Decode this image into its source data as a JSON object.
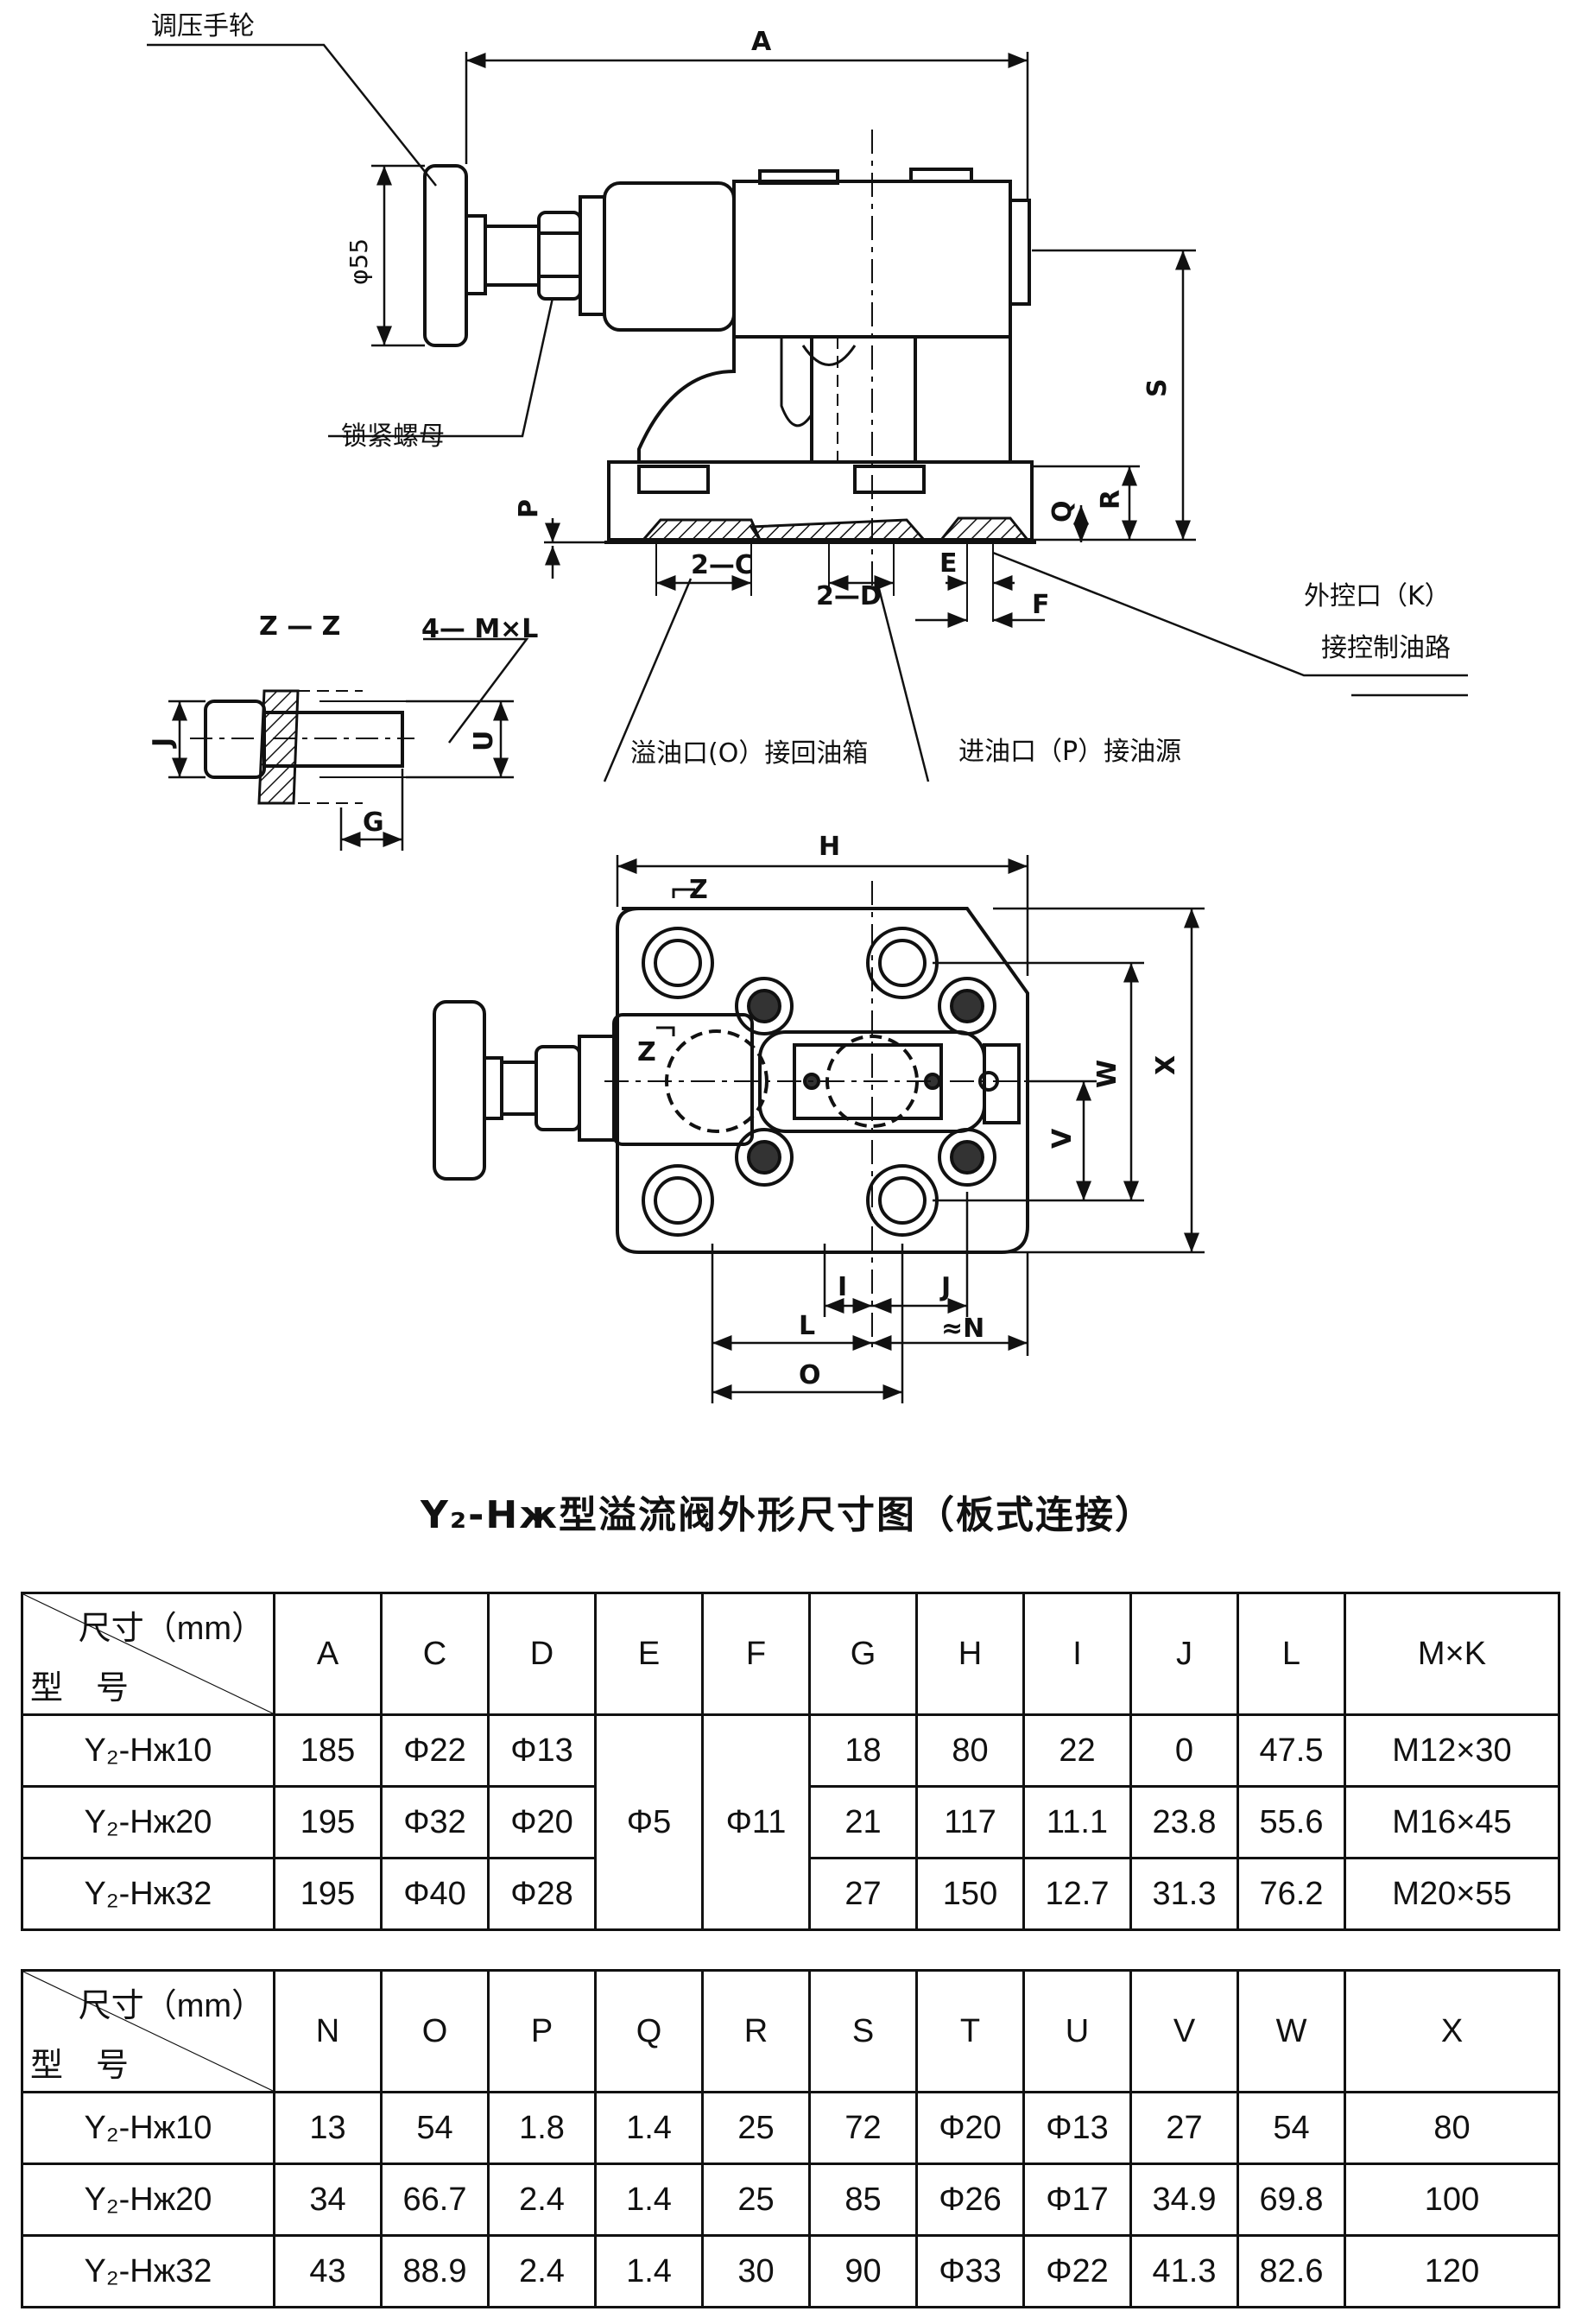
{
  "drawing": {
    "labels": {
      "handwheel": "调压手轮",
      "lock_nut": "锁紧螺母",
      "phi55": "φ55",
      "A": "A",
      "S": "S",
      "R": "R",
      "Q": "Q",
      "P": "P",
      "two_C": "2—C",
      "two_D": "2—D",
      "E": "E",
      "F": "F",
      "ext_port": "外控口（K）",
      "ext_port_sub": "接控制油路",
      "zz": "Z — Z",
      "mxl": "4— M×L",
      "J_small": "J",
      "U_small": "U",
      "G_small": "G",
      "overflow_port": "溢油口(O）接回油箱",
      "inlet_port": "进油口（P）接油源",
      "H": "H",
      "Z1": "Z",
      "Z2": "Z",
      "X": "X",
      "W": "W",
      "V": "V",
      "I": "I",
      "J": "J",
      "L": "L",
      "N": "≈N",
      "O": "O"
    }
  },
  "title": "Y₂-Hж型溢流阀外形尺寸图（板式连接）",
  "table1": {
    "corner_top": "尺寸（mm）",
    "corner_bottom": "型　号",
    "headers": [
      "A",
      "C",
      "D",
      "E",
      "F",
      "G",
      "H",
      "I",
      "J",
      "L",
      "M×K"
    ],
    "rows": [
      {
        "model": "Y₂-Hж10",
        "A": "185",
        "C": "Φ22",
        "D": "Φ13",
        "G": "18",
        "H": "80",
        "I": "22",
        "J": "0",
        "L": "47.5",
        "MK": "M12×30"
      },
      {
        "model": "Y₂-Hж20",
        "A": "195",
        "C": "Φ32",
        "D": "Φ20",
        "G": "21",
        "H": "117",
        "I": "11.1",
        "J": "23.8",
        "L": "55.6",
        "MK": "M16×45"
      },
      {
        "model": "Y₂-Hж32",
        "A": "195",
        "C": "Φ40",
        "D": "Φ28",
        "G": "27",
        "H": "150",
        "I": "12.7",
        "J": "31.3",
        "L": "76.2",
        "MK": "M20×55"
      }
    ],
    "E_shared": "Φ5",
    "F_shared": "Φ11"
  },
  "table2": {
    "corner_top": "尺寸（mm）",
    "corner_bottom": "型　号",
    "headers": [
      "N",
      "O",
      "P",
      "Q",
      "R",
      "S",
      "T",
      "U",
      "V",
      "W",
      "X"
    ],
    "rows": [
      {
        "model": "Y₂-Hж10",
        "cells": [
          "13",
          "54",
          "1.8",
          "1.4",
          "25",
          "72",
          "Φ20",
          "Φ13",
          "27",
          "54",
          "80"
        ]
      },
      {
        "model": "Y₂-Hж20",
        "cells": [
          "34",
          "66.7",
          "2.4",
          "1.4",
          "25",
          "85",
          "Φ26",
          "Φ17",
          "34.9",
          "69.8",
          "100"
        ]
      },
      {
        "model": "Y₂-Hж32",
        "cells": [
          "43",
          "88.9",
          "2.4",
          "1.4",
          "30",
          "90",
          "Φ33",
          "Φ22",
          "41.3",
          "82.6",
          "120"
        ]
      }
    ]
  }
}
